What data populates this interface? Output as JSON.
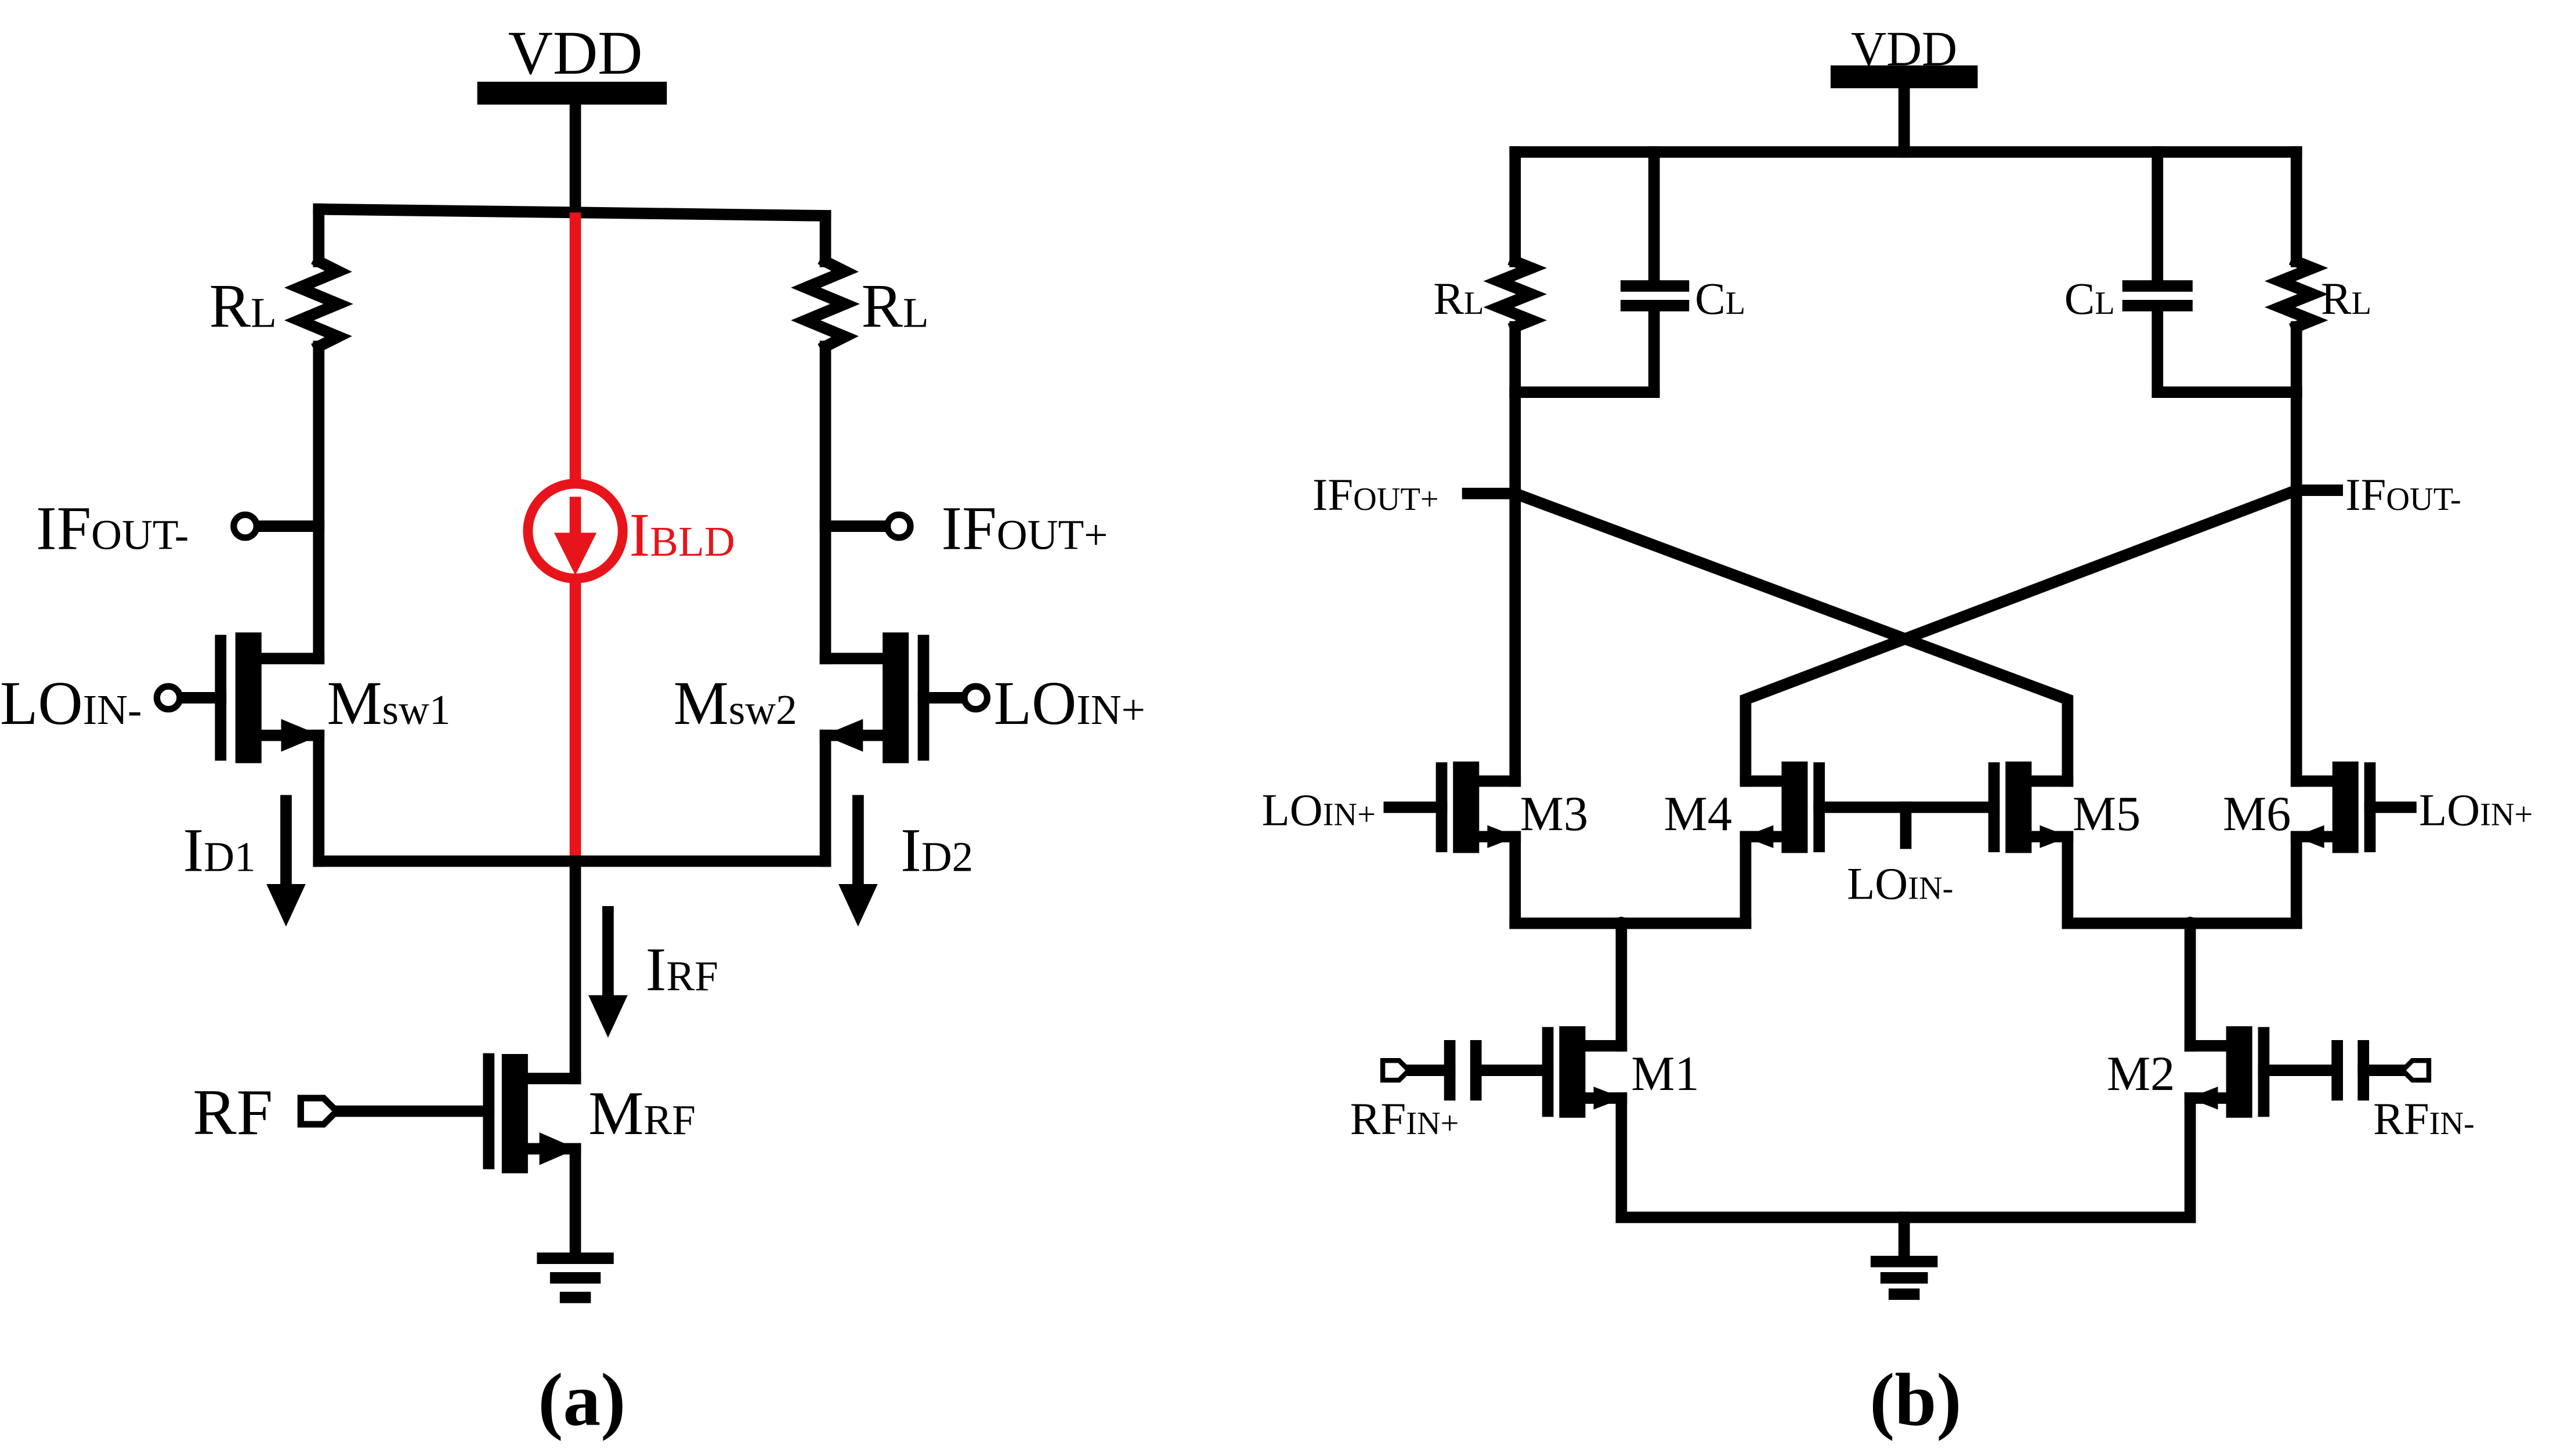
{
  "panel_a": {
    "vdd": "VDD",
    "rl_left": {
      "main": "R",
      "sub": "L"
    },
    "rl_right": {
      "main": "R",
      "sub": "L"
    },
    "ifout_minus": {
      "main": "IF",
      "sub": "OUT-"
    },
    "ifout_plus": {
      "main": "IF",
      "sub": "OUT+"
    },
    "ibld": {
      "main": "I",
      "sub": "BLD"
    },
    "loin_minus": {
      "main": "LO",
      "sub": "IN-"
    },
    "loin_plus": {
      "main": "LO",
      "sub": "IN+"
    },
    "msw1": {
      "main": "M",
      "sub": "sw1"
    },
    "msw2": {
      "main": "M",
      "sub": "sw2"
    },
    "id1": {
      "main": "I",
      "sub": "D1"
    },
    "id2": {
      "main": "I",
      "sub": "D2"
    },
    "irf": {
      "main": "I",
      "sub": "RF"
    },
    "rf": "RF",
    "mrf": {
      "main": "M",
      "sub": "RF"
    },
    "caption": "(a)"
  },
  "panel_b": {
    "vdd": "VDD",
    "rl_left": {
      "main": "R",
      "sub": "L"
    },
    "rl_right": {
      "main": "R",
      "sub": "L"
    },
    "cl_left": {
      "main": "C",
      "sub": "L"
    },
    "cl_right": {
      "main": "C",
      "sub": "L"
    },
    "ifout_plus": {
      "main": "IF",
      "sub": "OUT+"
    },
    "ifout_minus": {
      "main": "IF",
      "sub": "OUT-"
    },
    "loin_plus_left": {
      "main": "LO",
      "sub": "IN+"
    },
    "loin_plus_right": {
      "main": "LO",
      "sub": "IN+"
    },
    "loin_minus": {
      "main": "LO",
      "sub": "IN-"
    },
    "m1": "M1",
    "m2": "M2",
    "m3": "M3",
    "m4": "M4",
    "m5": "M5",
    "m6": "M6",
    "rfin_plus": {
      "main": "RF",
      "sub": "IN+"
    },
    "rfin_minus": {
      "main": "RF",
      "sub": "IN-"
    },
    "caption": "(b)"
  },
  "colors": {
    "wire": "#000000",
    "bleed_current": "#e8141b"
  }
}
